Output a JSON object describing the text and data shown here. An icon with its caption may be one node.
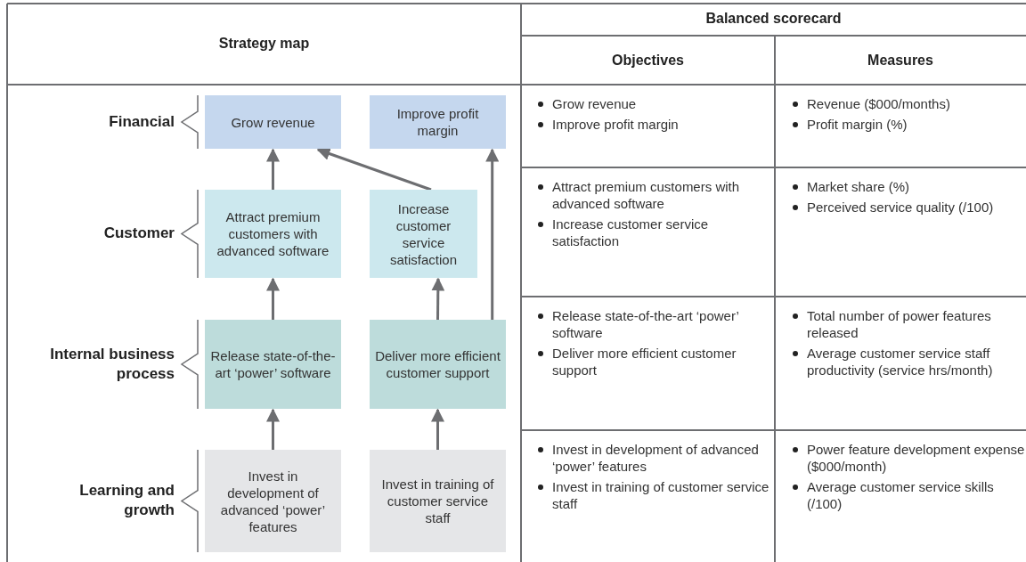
{
  "diagram": {
    "nodes": [
      {
        "text": [
          "Grow revenue"
        ]
      },
      {
        "text": [
          "Improve profit margin"
        ]
      },
      {
        "text": [
          "Attract premium customers with advanced software"
        ]
      },
      {
        "text": [
          "Increase customer service satisfaction"
        ]
      },
      {
        "text": [
          "Release state-of-the-art ‘power’ software"
        ]
      },
      {
        "text": [
          "Deliver more efficient customer support"
        ]
      },
      {
        "text": [
          "Invest in development of advanced ‘power’ features"
        ]
      },
      {
        "text": [
          "Invest in training of customer service staff"
        ]
      }
    ],
    "edges": [
      {
        "from": 2,
        "to": 0,
        "arrow": "to"
      },
      {
        "from": 3,
        "to": 0,
        "arrow": "to"
      },
      {
        "from": 5,
        "to": 1,
        "arrow": "to"
      },
      {
        "from": 4,
        "to": 2,
        "arrow": "to"
      },
      {
        "from": 5,
        "to": 3,
        "arrow": "to"
      },
      {
        "from": 6,
        "to": 4,
        "arrow": "to"
      },
      {
        "from": 7,
        "to": 5,
        "arrow": "to"
      }
    ],
    "labels": [
      "Strategy map",
      "Balanced scorecard",
      "Objectives",
      "Measures",
      "Financial",
      "Customer",
      "Internal business process",
      "Learning and growth",
      "Grow revenue",
      "Improve profit margin",
      "Revenue ($000/months)",
      "Profit margin (%)",
      "Attract premium customers with advanced software",
      "Increase customer service satisfaction",
      "Market share (%)",
      "Perceived service quality (/100)",
      "Release state-of-the-art ‘power’ software",
      "Deliver more efficient customer support",
      "Total number of power features released",
      "Average customer service staff productivity (service hrs/month)",
      "Invest in development of advanced ‘power’ features",
      "Invest in training of customer service staff",
      "Power feature development expense ($000/month)",
      "Average customer service skills (/100)"
    ]
  }
}
